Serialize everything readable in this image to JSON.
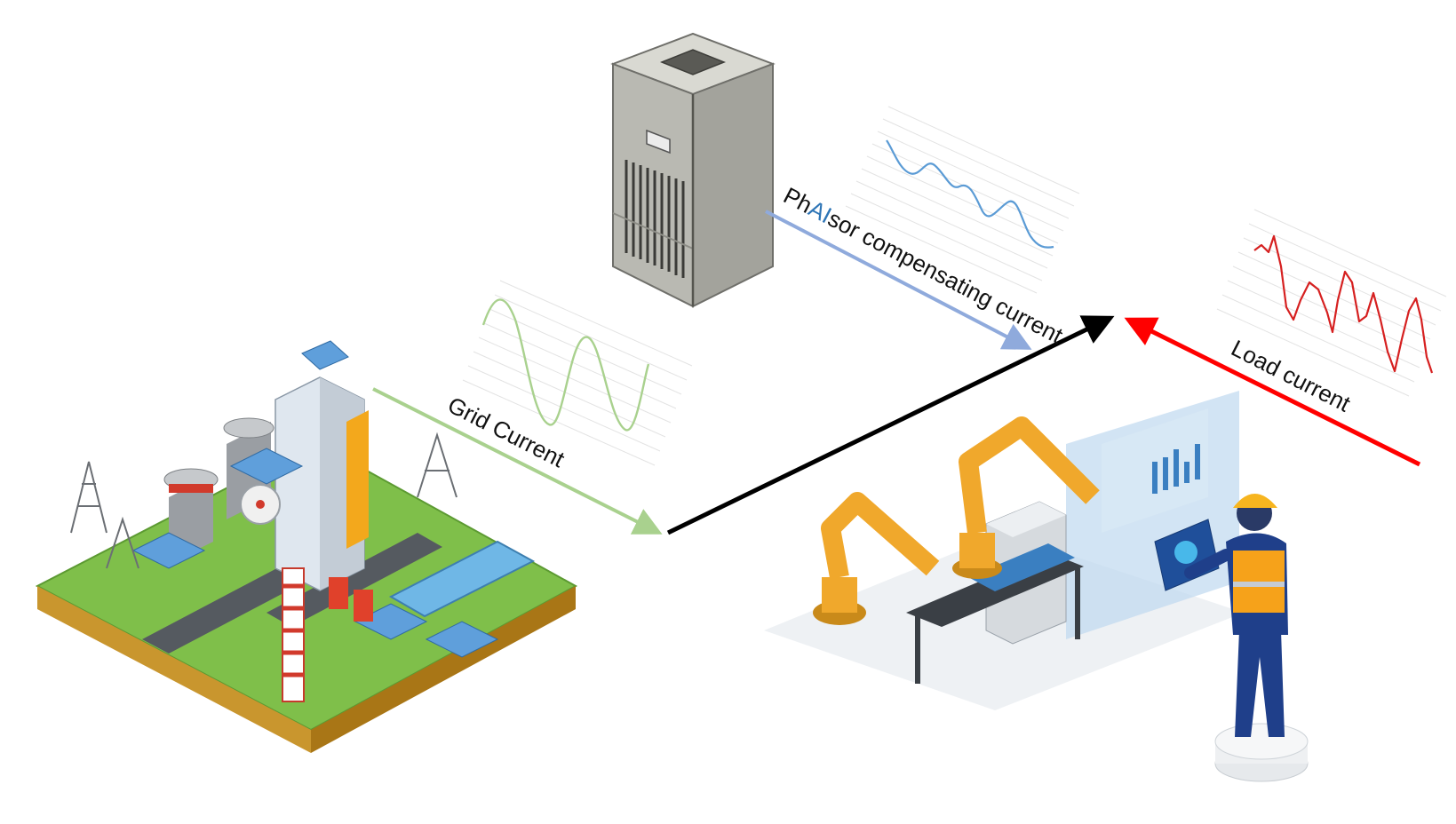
{
  "labels": {
    "compensating_prefix": "Ph",
    "compensating_ai": "AI",
    "compensating_suffix": "sor compensating current",
    "grid": "Grid Current",
    "load": "Load current"
  },
  "colors": {
    "grid_arrow": "#a9d18e",
    "compensating_arrow": "#8faadc",
    "sum_arrow": "#000000",
    "load_arrow": "#ff0000",
    "ai_highlight": "#2e75b6",
    "grid_wave": "#a9d18e",
    "compensating_wave": "#5b9bd5",
    "load_wave": "#d62020"
  },
  "icons": {
    "cabinet": "phaisor-cabinet-icon",
    "power_plant": "power-plant-icon",
    "factory": "robotic-factory-icon",
    "worker": "engineer-with-laptop-icon"
  }
}
